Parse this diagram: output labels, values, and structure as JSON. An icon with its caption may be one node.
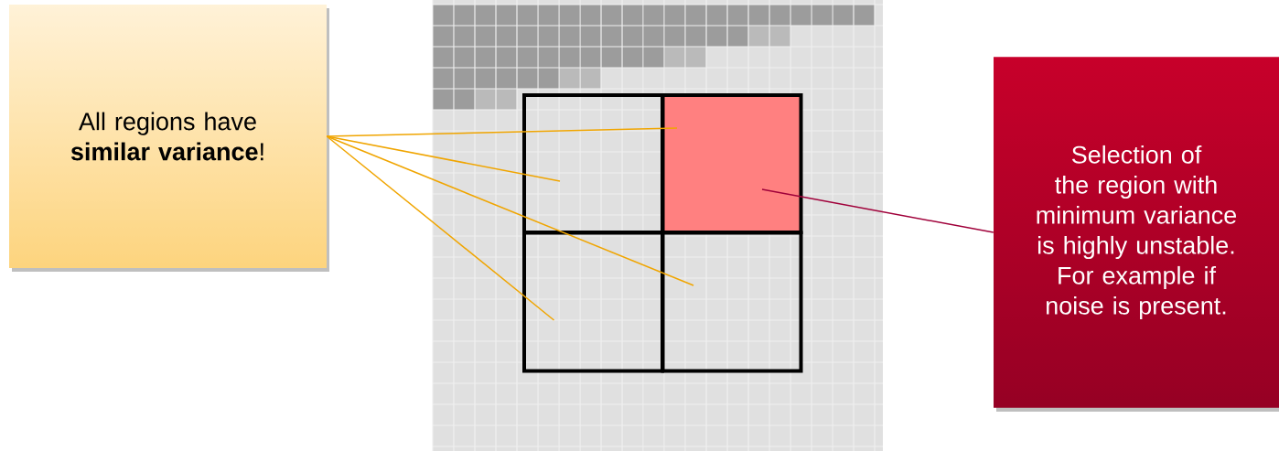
{
  "diagram": {
    "nodes": [
      {
        "text": [
          "All regions have **similar variance**!"
        ]
      },
      {
        "text": [
          "Selection of the region with minimum variance is highly unstable. For example if noise is present."
        ]
      },
      {
        "text": [],
        "shape": "box"
      },
      {
        "text": [],
        "shape": "box"
      },
      {
        "text": [],
        "shape": "box"
      },
      {
        "text": [],
        "shape": "box"
      }
    ],
    "edges": [
      {
        "from": 0,
        "to": 2,
        "arrow": "none"
      },
      {
        "from": 0,
        "to": 3,
        "arrow": "none"
      },
      {
        "from": 0,
        "to": 4,
        "arrow": "none"
      },
      {
        "from": 0,
        "to": 5,
        "arrow": "none"
      },
      {
        "from": 1,
        "to": 3,
        "arrow": "none",
        "color": "#a0003a"
      }
    ]
  }
}
